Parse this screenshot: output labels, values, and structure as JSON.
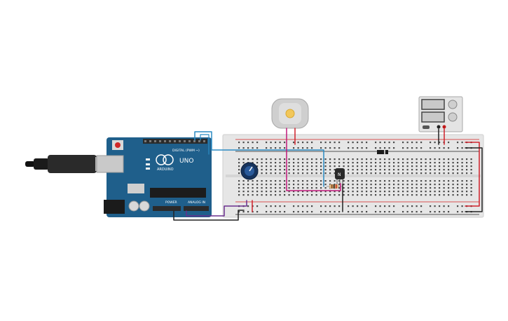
{
  "arduino": {
    "brand": "ARDUINO",
    "model": "UNO",
    "digital_label": "DIGITAL (PWM ~)",
    "power_label": "POWER",
    "analog_label": "ANALOG IN"
  },
  "transistor": {
    "label": "N"
  },
  "colors": {
    "board": "#1f5f8b",
    "breadboard": "#e6e6e6",
    "rail_red": "#d32020",
    "rail_black": "#222222",
    "wire_blue": "#2b8cc4",
    "wire_magenta": "#c2187c",
    "wire_purple": "#6a2f8e",
    "wire_black": "#222222",
    "wire_red": "#d0202a"
  }
}
